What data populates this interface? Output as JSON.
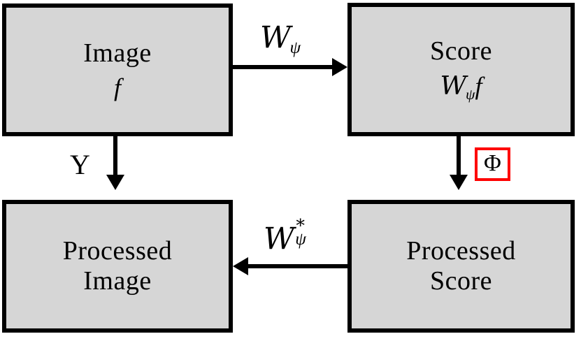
{
  "diagram": {
    "title": "Wavelet score processing commutative diagram",
    "fill_color": "#d6d6d6",
    "stroke_color": "#000000",
    "highlight_color": "#fe0000",
    "nodes": [
      {
        "id": "image",
        "line1": "Image",
        "line2": "f",
        "position": "top-left"
      },
      {
        "id": "score",
        "line1": "Score",
        "line2_scr": "W",
        "line2_sub": "ψ",
        "line2_tail": "f",
        "position": "top-right"
      },
      {
        "id": "processed-image",
        "line1": "Processed",
        "line2": "Image",
        "position": "bottom-left"
      },
      {
        "id": "processed-score",
        "line1": "Processed",
        "line2": "Score",
        "position": "bottom-right"
      }
    ],
    "edges": [
      {
        "id": "image-to-score",
        "direction": "right",
        "label_scr": "W",
        "label_sub": "ψ"
      },
      {
        "id": "score-to-processed-score",
        "direction": "down",
        "label": "Φ",
        "boxed": true,
        "box_color": "#fe0000"
      },
      {
        "id": "processed-score-to-processed-image",
        "direction": "left",
        "label_scr": "W",
        "label_sup": "∗",
        "label_sub": "ψ"
      },
      {
        "id": "image-to-processed-image",
        "direction": "down",
        "label": "Υ"
      }
    ]
  }
}
